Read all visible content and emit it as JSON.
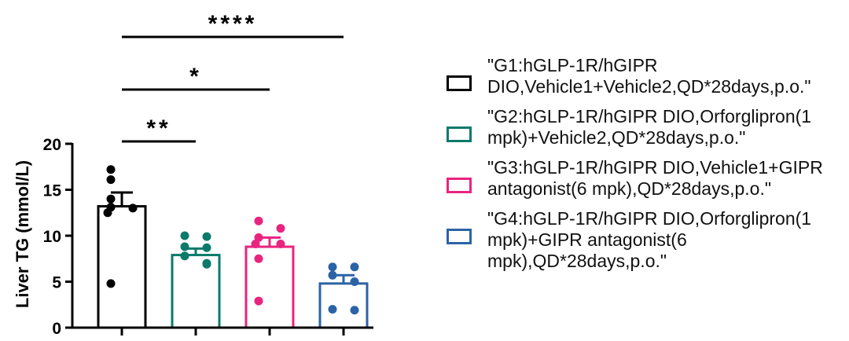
{
  "chart_data": {
    "type": "bar",
    "ylabel": "Liver TG (mmol/L)",
    "ylim": [
      0,
      20
    ],
    "yticks": [
      0,
      5,
      10,
      15,
      20
    ],
    "grid": false,
    "legend_position": "right",
    "categories": [
      "\"G1:hGLP-1R/hGIPR DIO,Vehicle1+Vehicle2,QD*28days,p.o.\"",
      "\"G2:hGLP-1R/hGIPR DIO,Orforglipron(1 mpk)+Vehicle2,QD*28days,p.o.\"",
      "\"G3:hGLP-1R/hGIPR DIO,Vehicle1+GIPR antagonist(6 mpk),QD*28days,p.o.\"",
      "\"G4:hGLP-1R/hGIPR DIO,Orforglipron(1 mpk)+GIPR antagonist(6 mpk),QD*28days,p.o.\""
    ],
    "values": [
      13.2,
      7.9,
      8.8,
      4.8
    ],
    "sem": [
      1.5,
      0.7,
      1.0,
      0.9
    ],
    "points": [
      [
        17.2,
        16.1,
        14.0,
        13.1,
        13.0,
        12.5,
        4.8
      ],
      [
        10.0,
        9.9,
        8.8,
        8.7,
        7.8,
        7.0,
        6.9
      ],
      [
        11.6,
        10.8,
        9.8,
        9.1,
        9.1,
        7.5,
        2.9
      ],
      [
        6.6,
        6.6,
        5.7,
        5.0,
        2.0,
        1.9
      ]
    ],
    "colors": [
      "#000000",
      "#0b7a6b",
      "#e8247f",
      "#2c63a6"
    ],
    "significance": [
      {
        "from": 0,
        "to": 1,
        "label": "**"
      },
      {
        "from": 0,
        "to": 2,
        "label": "*"
      },
      {
        "from": 0,
        "to": 3,
        "label": "****"
      }
    ]
  }
}
